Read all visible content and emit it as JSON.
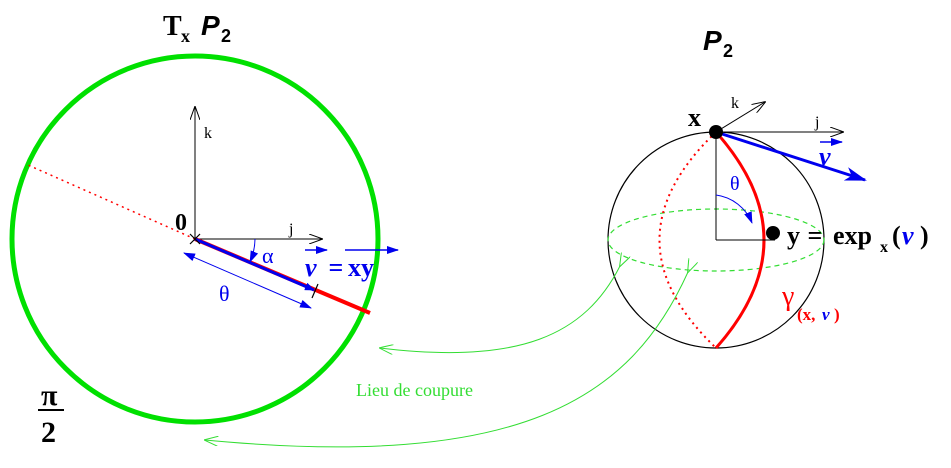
{
  "left_panel": {
    "title_T": "T",
    "title_sub": "x",
    "title_P": "P",
    "title_P_sub": "2",
    "axis_k": "k",
    "axis_j": "j",
    "origin_label": "0",
    "angle_alpha": "α",
    "angle_theta": "θ",
    "vector_v": "v",
    "vector_eq": " = ",
    "vector_xy": "xy",
    "pi_label": "π",
    "two_label": "2"
  },
  "right_panel": {
    "title_P": "P",
    "title_P_sub": "2",
    "point_x": "x",
    "axis_k": "k",
    "axis_j": "j",
    "vector_v": "v",
    "angle_theta": "θ",
    "point_y": "y",
    "y_eq": " = ",
    "exp": "exp",
    "exp_sub": "x",
    "exp_arg_open": "(",
    "exp_arg_v": "v",
    "exp_arg_close": ")",
    "gamma": "γ",
    "gamma_sub_open": "(x,",
    "gamma_sub_v": "v",
    "gamma_sub_close": ")"
  },
  "cut_locus_label": "Lieu de coupure",
  "colors": {
    "green": "#00e000",
    "light_green": "#33dd33",
    "red": "#ff0000",
    "blue": "#0000ee",
    "black": "#000000"
  }
}
